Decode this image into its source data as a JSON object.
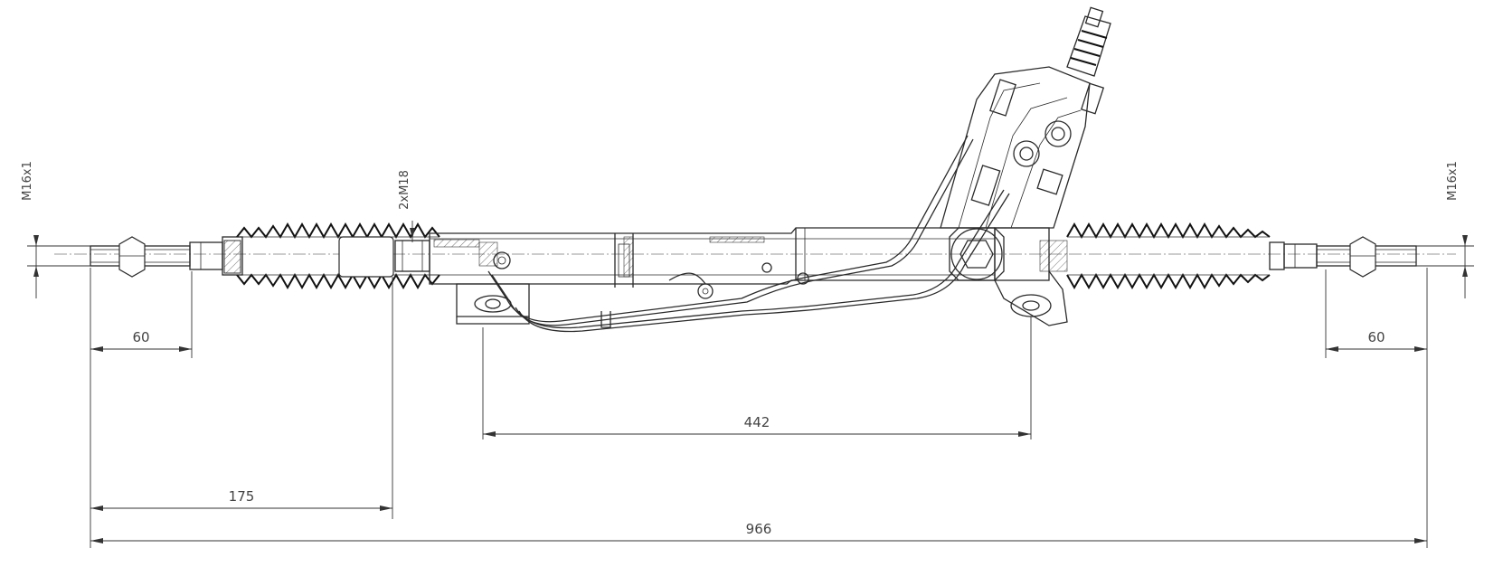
{
  "drawing": {
    "labels": {
      "thread_left": "M16x1",
      "thread_right": "M16x1",
      "thread_inner": "2xM18"
    },
    "dimensions": {
      "left_end": "60",
      "right_end": "60",
      "mounting": "442",
      "left_offset": "175",
      "overall": "966"
    }
  }
}
